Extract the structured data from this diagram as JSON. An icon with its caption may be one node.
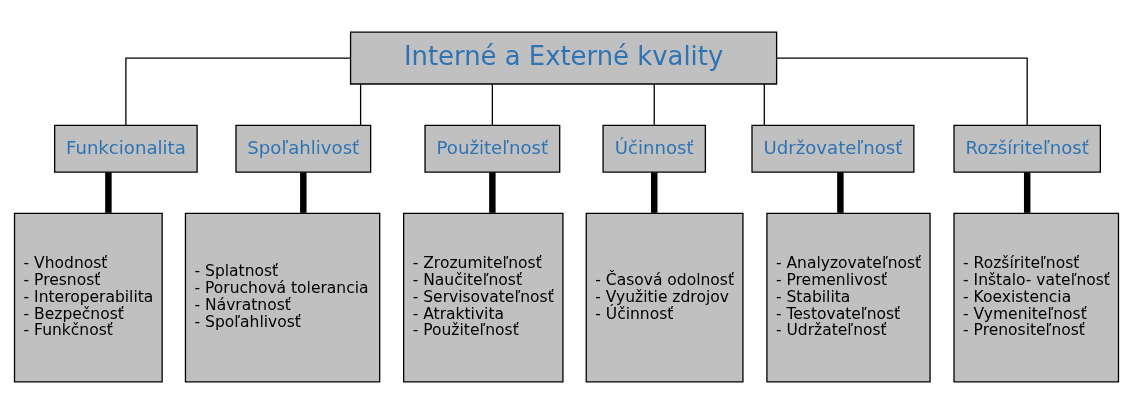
{
  "diagram": {
    "nodes": [
      {
        "text": [
          "Interné a Externé kvality"
        ]
      },
      {
        "text": [
          "Funkcionalita"
        ]
      },
      {
        "text": [
          "Spoľahlivosť"
        ]
      },
      {
        "text": [
          "Použiteľnosť"
        ]
      },
      {
        "text": [
          "Účinnosť"
        ]
      },
      {
        "text": [
          "Udržovateľnosť"
        ]
      },
      {
        "text": [
          "Rozšíriteľnosť"
        ]
      },
      {
        "text": [
          "- Vhodnosť",
          "- Presnosť",
          "- Interoperabilita",
          "- Bezpečnosť",
          "- Funkčnosť"
        ]
      },
      {
        "text": [
          "- Splatnosť",
          "- Poruchová tolerancia",
          "- Návratnosť",
          "- Spoľahlivosť"
        ]
      },
      {
        "text": [
          "- Zrozumiteľnosť",
          "- Naučiteľnosť",
          "- Servisovateľnosť",
          "- Atraktivita",
          "- Použiteľnosť"
        ]
      },
      {
        "text": [
          "- Časová odolnosť",
          "- Využitie zdrojov",
          "- Účinnosť"
        ]
      },
      {
        "text": [
          "- Analyzovateľnosť",
          "- Premenlivosť",
          "- Stabilita",
          "- Testovateľnosť",
          "- Udržateľnosť"
        ]
      },
      {
        "text": [
          "- Rozšíriteľnosť",
          "- Inštalo- vateľnosť",
          "- Koexistencia",
          "- Vymeniteľnosť",
          "- Prenositeľnosť"
        ]
      }
    ],
    "edges": [
      {
        "from": 0,
        "to": 1,
        "arrow": "none"
      },
      {
        "from": 0,
        "to": 2,
        "arrow": "none"
      },
      {
        "from": 0,
        "to": 3,
        "arrow": "none"
      },
      {
        "from": 0,
        "to": 4,
        "arrow": "none"
      },
      {
        "from": 0,
        "to": 5,
        "arrow": "none"
      },
      {
        "from": 0,
        "to": 6,
        "arrow": "none"
      },
      {
        "from": 1,
        "to": 7,
        "arrow": "none",
        "style": "thick"
      },
      {
        "from": 2,
        "to": 8,
        "arrow": "none",
        "style": "thick"
      },
      {
        "from": 3,
        "to": 9,
        "arrow": "none",
        "style": "thick"
      },
      {
        "from": 4,
        "to": 10,
        "arrow": "none",
        "style": "thick"
      },
      {
        "from": 5,
        "to": 11,
        "arrow": "none",
        "style": "thick"
      },
      {
        "from": 6,
        "to": 12,
        "arrow": "none",
        "style": "thick"
      }
    ]
  }
}
